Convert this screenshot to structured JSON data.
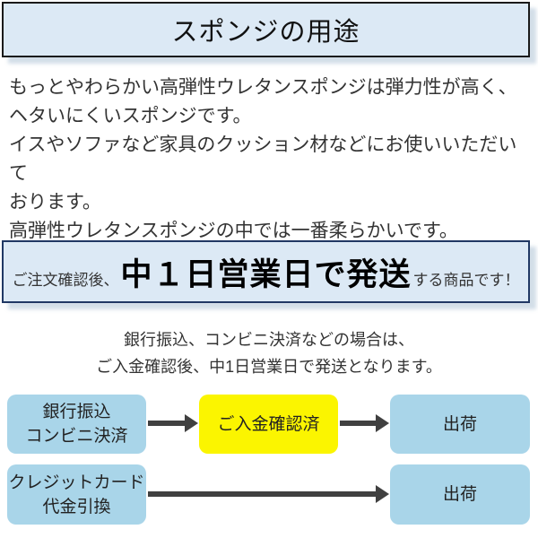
{
  "colors": {
    "panel_bg": "#dce9f5",
    "header_border": "#1a1a1a",
    "notice_border": "#203864",
    "flow_blue": "#a9d5e9",
    "flow_yellow": "#fbf500",
    "arrow": "#404040",
    "body_text": "#333333"
  },
  "header": {
    "title": "スポンジの用途"
  },
  "description": {
    "lines": [
      "もっとやわらかい高弾性ウレタンスポンジは弾力性が高く、",
      "ヘタいにくいスポンジです。",
      "イスやソファなど家具のクッション材などにお使いいただいて",
      "おります。",
      "高弾性ウレタンスポンジの中では一番柔らかいです。"
    ]
  },
  "notice": {
    "prefix": "ご注文確認後、",
    "highlight": "中１日営業日で発送",
    "suffix": "する商品です！"
  },
  "payment_note": {
    "lines": [
      "銀行振込、コンビニ決済などの場合は、",
      "ご入金確認後、中1日営業日で発送となります。"
    ]
  },
  "flow": {
    "rows": [
      {
        "steps": [
          {
            "type": "blue",
            "lines": [
              "銀行振込",
              "コンビニ決済"
            ]
          },
          {
            "type": "yellow",
            "lines": [
              "ご入金確認済"
            ]
          },
          {
            "type": "blue",
            "lines": [
              "出荷"
            ]
          }
        ]
      },
      {
        "steps": [
          {
            "type": "blue",
            "lines": [
              "クレジットカード",
              "代金引換"
            ]
          },
          {
            "type": "blue",
            "lines": [
              "出荷"
            ]
          }
        ]
      }
    ]
  }
}
